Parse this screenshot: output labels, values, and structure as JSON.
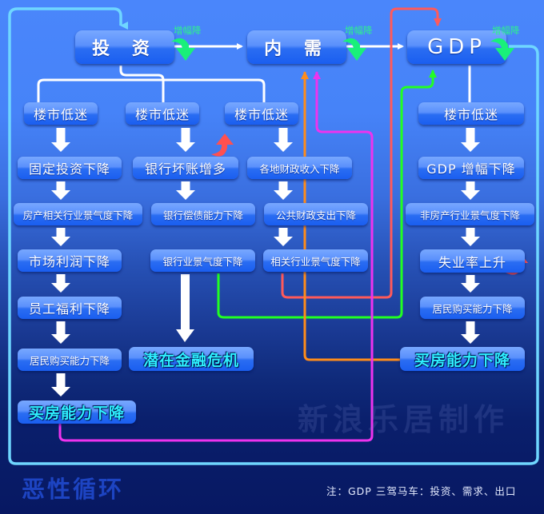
{
  "top": {
    "investment": "投 资",
    "demand": "内 需",
    "gdp": "GDP",
    "decline_tag": "增幅降"
  },
  "col1": {
    "items": [
      "楼市低迷",
      "固定投资下降",
      "房产相关行业景气度下降",
      "市场利润下降",
      "员工福利下降",
      "居民购买能力下降",
      "买房能力下降"
    ]
  },
  "col2": {
    "items": [
      "楼市低迷",
      "银行坏账增多",
      "银行偿债能力下降",
      "银行业景气度下降",
      "潜在金融危机"
    ]
  },
  "col3": {
    "items": [
      "楼市低迷",
      "各地财政收入下降",
      "公共财政支出下降",
      "相关行业景气度下降"
    ]
  },
  "col4": {
    "items": [
      "楼市低迷",
      "GDP 增幅下降",
      "非房产行业景气度下降",
      "失业率上升",
      "居民购买能力下降",
      "买房能力下降"
    ]
  },
  "watermark": "新浪乐居制作",
  "title": "恶性循环",
  "note": "注：GDP 三驾马车：投资、需求、出口",
  "colors": {
    "cycle_line": "#6fd6ff",
    "red_line": "#ff5a5a",
    "green_line": "#22ff22",
    "orange_line": "#ff8c1a",
    "magenta_line": "#ee33ee",
    "decline_arrow": "#19f07a",
    "up_arrow": "#ff5050",
    "highlight_text": "#2ef0ff"
  }
}
